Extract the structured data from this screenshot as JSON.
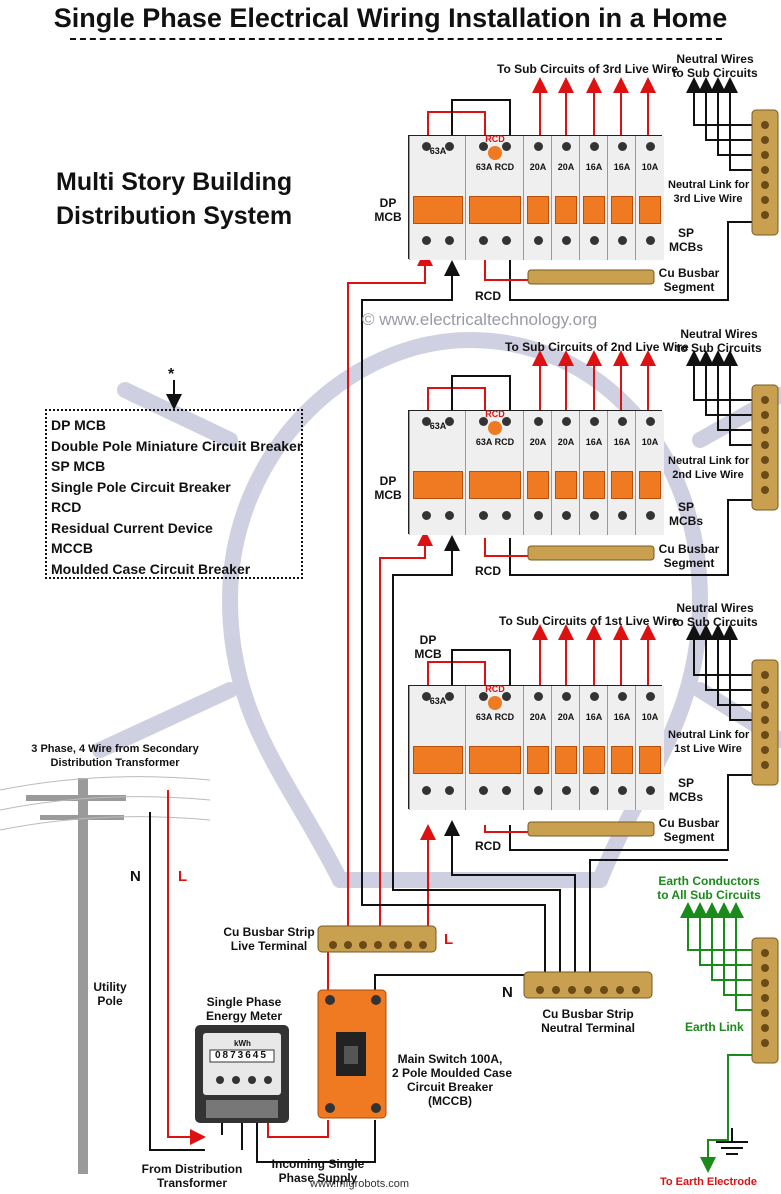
{
  "title": "Single Phase Electrical Wiring Installation in a Home",
  "building_title": [
    "Multi Story Building",
    "Distribution System"
  ],
  "watermark": "© www.electricaltechnology.org",
  "logo_text": "www.mfgrobots.com",
  "legend": {
    "marker": "*",
    "entries": [
      {
        "abbr": "DP MCB",
        "full": "Double Pole Miniature Circuit Breaker"
      },
      {
        "abbr": "SP MCB",
        "full": "Single Pole Circuit Breaker"
      },
      {
        "abbr": "RCD",
        "full": "Residual Current Device"
      },
      {
        "abbr": "MCCB",
        "full": "Moulded Case Circuit Breaker"
      }
    ]
  },
  "panels": [
    {
      "sub_circuits": "To Sub Circuits of 3rd Live Wire",
      "neutral_wires": [
        "Neutral Wires",
        "to Sub Circuits"
      ],
      "neutral_link": [
        "Neutral Link for",
        "3rd Live Wire"
      ],
      "dp_mcb": [
        "DP",
        "MCB"
      ],
      "sp_mcbs": [
        "SP",
        "MCBs"
      ],
      "rcd": "RCD",
      "busbar": [
        "Cu Busbar",
        "Segment"
      ]
    },
    {
      "sub_circuits": "To Sub Circuits of 2nd Live Wire",
      "neutral_wires": [
        "Neutral Wires",
        "to Sub Circuits"
      ],
      "neutral_link": [
        "Neutral Link for",
        "2nd Live Wire"
      ],
      "dp_mcb": [
        "DP",
        "MCB"
      ],
      "sp_mcbs": [
        "SP",
        "MCBs"
      ],
      "rcd": "RCD",
      "busbar": [
        "Cu Busbar",
        "Segment"
      ]
    },
    {
      "sub_circuits": "To Sub Circuits of 1st Live Wire",
      "neutral_wires": [
        "Neutral Wires",
        "to Sub Circuits"
      ],
      "neutral_link": [
        "Neutral Link for",
        "1st Live Wire"
      ],
      "dp_mcb": [
        "DP",
        "MCB"
      ],
      "sp_mcbs": [
        "SP",
        "MCBs"
      ],
      "rcd": "RCD",
      "busbar": [
        "Cu Busbar",
        "Segment"
      ]
    }
  ],
  "breaker_labels": [
    "63A",
    "RCD",
    "63A RCD",
    "20A",
    "20A",
    "16A",
    "16A",
    "10A"
  ],
  "pole_label": [
    "3 Phase, 4 Wire from Secondary",
    "Distribution Transformer"
  ],
  "n_label": "N",
  "l_label": "L",
  "utility_pole": [
    "Utility",
    "Pole"
  ],
  "meter": {
    "title": [
      "Single Phase",
      "Energy Meter"
    ],
    "unit": "kWh",
    "reading": "0873645"
  },
  "from_transformer": [
    "From Distribution",
    "Transformer"
  ],
  "incoming_supply": [
    "Incoming Single",
    "Phase Supply"
  ],
  "main_switch": [
    "Main Switch 100A,",
    "2 Pole Moulded Case",
    "Circuit Breaker",
    "(MCCB)"
  ],
  "live_terminal": [
    "Cu Busbar Strip",
    "Live Terminal"
  ],
  "neutral_terminal": [
    "Cu Busbar Strip",
    "Neutral Terminal"
  ],
  "earth_conductors": [
    "Earth Conductors",
    "to All Sub Circuits"
  ],
  "earth_link": "Earth Link",
  "earth_electrode": "To Earth Electrode",
  "colors": {
    "live": "#dd1111",
    "neutral": "#111111",
    "earth": "#1a8a1a",
    "breaker": "#f07a22",
    "brass": "#c8a050"
  }
}
